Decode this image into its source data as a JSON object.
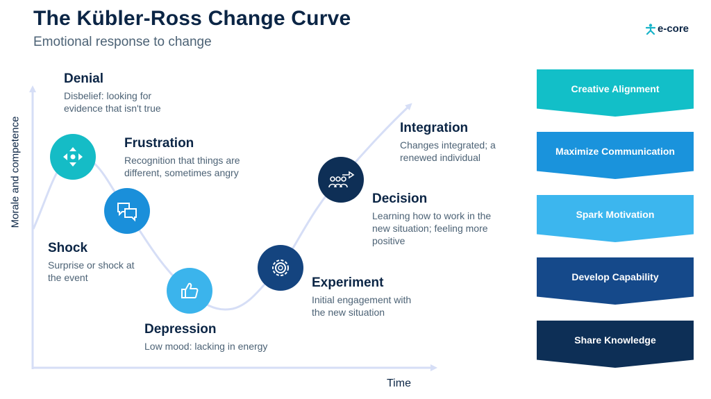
{
  "header": {
    "title": "The Kübler-Ross Change Curve",
    "subtitle": "Emotional response to change"
  },
  "logo": {
    "text": "e-core",
    "icon": "person-mark-icon",
    "color": "#19b4c9"
  },
  "axes": {
    "y_label": "Morale and competence",
    "x_label": "Time"
  },
  "stages": [
    {
      "name": "Denial",
      "desc": "Disbelief: looking for evidence that isn't true"
    },
    {
      "name": "Frustration",
      "desc": "Recognition that things are different, sometimes angry",
      "icon": "move-arrows-icon",
      "color": "#15bcc6"
    },
    {
      "name": "Shock",
      "desc": "Surprise or shock at the event",
      "icon": "chat-bubbles-icon",
      "color": "#1a8fda"
    },
    {
      "name": "Depression",
      "desc": "Low mood: lacking in energy",
      "icon": "thumbs-up-icon",
      "color": "#3bb4ec"
    },
    {
      "name": "Experiment",
      "desc": "Initial engagement with the new situation",
      "icon": "gear-icon",
      "color": "#14447f"
    },
    {
      "name": "Decision",
      "desc": "Learning how to work in the new situation; feeling more positive",
      "icon": "team-arrow-icon",
      "color": "#0e2f56"
    },
    {
      "name": "Integration",
      "desc": "Changes integrated; a renewed individual"
    }
  ],
  "actions": [
    {
      "label": "Creative Alignment",
      "color": "#12bfc8"
    },
    {
      "label": "Maximize Communication",
      "color": "#1a93dc"
    },
    {
      "label": "Spark Motivation",
      "color": "#3cb6ee"
    },
    {
      "label": "Develop Capability",
      "color": "#15498a"
    },
    {
      "label": "Share Knowledge",
      "color": "#0d2f56"
    }
  ]
}
